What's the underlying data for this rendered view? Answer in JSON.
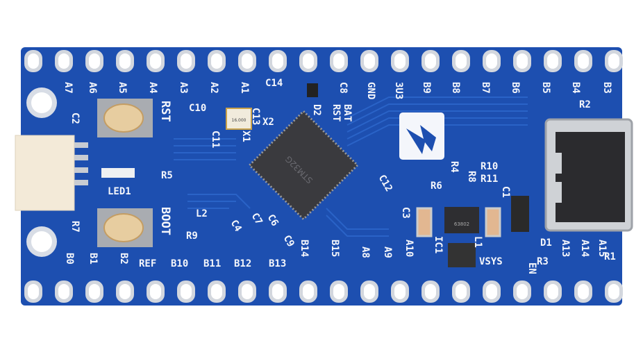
{
  "colors": {
    "board": "#1d4fb0",
    "trace": "#2a63c7",
    "silkscreen": "#f4f6fb",
    "chip": "#3a3a3e",
    "connector": "#f3ead8"
  },
  "silk": [
    "A7",
    "A6",
    "A5",
    "A4",
    "A3",
    "A2",
    "A1",
    "GND",
    "3U3",
    "B9",
    "B8",
    "B7",
    "B6",
    "B5",
    "B4",
    "B3",
    "C14",
    "C8",
    "BAT",
    "RST",
    "D2",
    "C10",
    "X2",
    "C13",
    "C11",
    "X1",
    "RST",
    "C2",
    "LED1",
    "R5",
    "BOOT",
    "R7",
    "L2",
    "R9",
    "C4",
    "C7",
    "C6",
    "C9",
    "B0",
    "B1",
    "B2",
    "REF",
    "B10",
    "B11",
    "B12",
    "B13",
    "B14",
    "B15",
    "A8",
    "A9",
    "A10",
    "C3",
    "IC1",
    "L1",
    "VSYS",
    "R3",
    "EN",
    "D1",
    "A13",
    "A14",
    "A15",
    "R1",
    "R2",
    "R4",
    "R8",
    "R6",
    "R10",
    "R11",
    "C1",
    "C12"
  ],
  "components": {
    "microcontroller": "STM32G",
    "crystal": "16.000",
    "regulator_ic": "63802"
  }
}
